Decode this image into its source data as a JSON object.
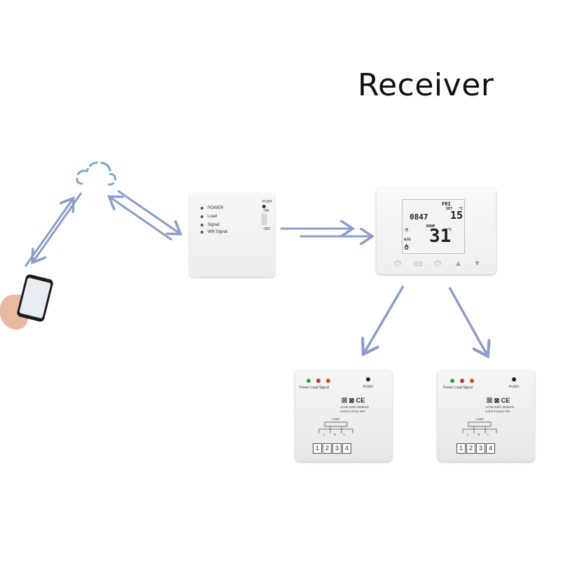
{
  "title": "Receiver",
  "gateway": {
    "indicators": [
      "POWER",
      "Load",
      "Signal",
      "Wifi Signal"
    ],
    "push_label": "PUSH",
    "on_label": "ON",
    "off_label": "OFF"
  },
  "thermostat": {
    "day": "FRI",
    "set_label": "SET",
    "set_temp": "15",
    "unit": "°C",
    "time": "0847",
    "room_label": "ROOM",
    "room_temp": "31",
    "auto_label": "AUTO"
  },
  "receivers": [
    {
      "indicator_labels": "Power  Load  Signal",
      "push_label": "PUSH",
      "cert": "☒ ⊠ CE",
      "spec_line1": "AC90-240V 50/60Hz",
      "spec_line2": "current  (max)  16A",
      "load_label": "Load",
      "terminals": [
        "1",
        "2",
        "3",
        "4"
      ],
      "terminal_marks": [
        "L",
        "N",
        "L"
      ]
    },
    {
      "indicator_labels": "Power  Load  Signal",
      "push_label": "PUSH",
      "cert": "☒ ⊠ CE",
      "spec_line1": "AC90-240V 50/60Hz",
      "spec_line2": "current  (max)  16A",
      "load_label": "Load",
      "terminals": [
        "1",
        "2",
        "3",
        "4"
      ],
      "terminal_marks": [
        "L",
        "N",
        "L"
      ]
    }
  ],
  "colors": {
    "arrow": "#8c9dcc",
    "cloud": "#7aa6d8",
    "led_green": "#3a9a44",
    "led_red": "#c0392b",
    "led_orange": "#d35400"
  },
  "icons": [
    "cloud-icon",
    "phone-icon",
    "power-icon",
    "menu-grid-icon",
    "up-arrow-icon",
    "down-arrow-icon"
  ]
}
